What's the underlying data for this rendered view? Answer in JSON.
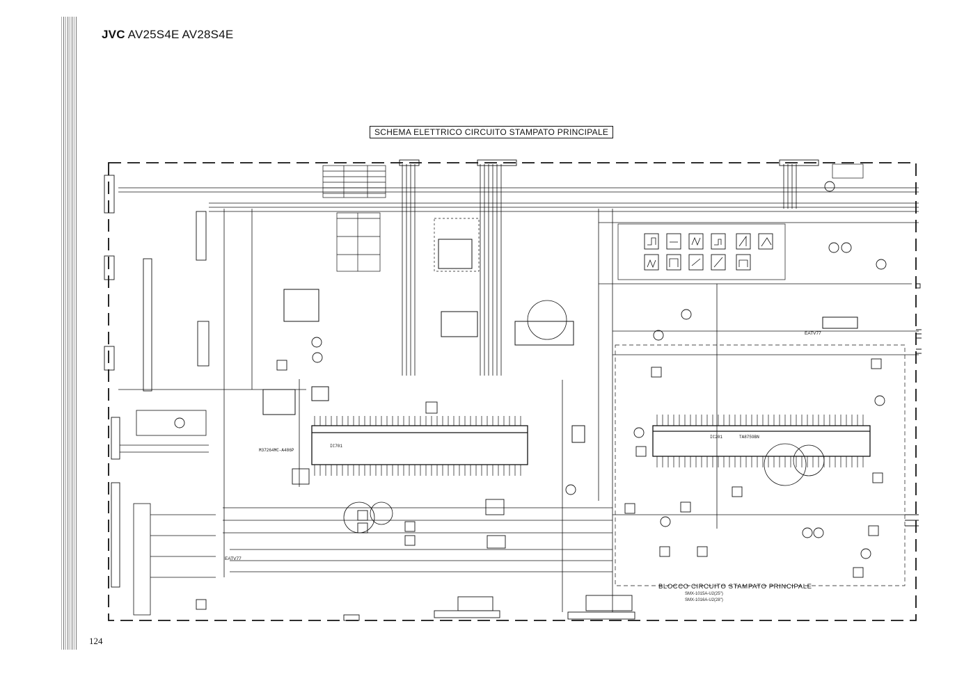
{
  "page": {
    "brand": "JVC",
    "models": "AV25S4E AV28S4E",
    "schematic_title": "SCHEMA ELETTRICO CIRCUITO STAMPATO PRINCIPALE",
    "page_number": "124"
  },
  "board": {
    "label": "BLOCCO CIRCUITO STAMPATO PRINCIPALE",
    "variant_25": "SMX-1015A-U2(25\")",
    "variant_28": "SMX-1016A-U2(28\")"
  },
  "components": {
    "ic701_ref": "IC701",
    "ic701_part": "M37264MC-A486P",
    "ic201_ref": "IC201",
    "ic201_part": "TA8759BN"
  },
  "nets": {
    "eatv_left": "EATV77",
    "eatv_right": "EATV77"
  }
}
